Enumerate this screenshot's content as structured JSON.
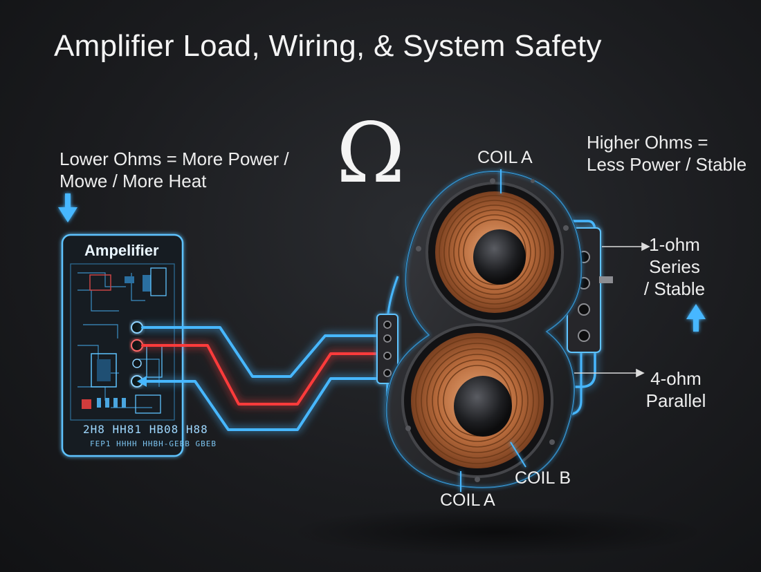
{
  "title": "Amplifier Load, Wiring, & System Safety",
  "symbol": "Ω",
  "notes": {
    "lower": [
      "Lower Ohms = More Power /",
      "Mowe / More Heat"
    ],
    "higher": [
      "Higher Ohms =",
      "Less Power / Stable"
    ]
  },
  "amplifier": {
    "label": "Ampelifier",
    "board_text": "2H8 HH81 HB08 H88",
    "board_text_small": "FEP1 HHHH HHBH-GEBB GBEB"
  },
  "coils": {
    "top": "COIL A",
    "bottom_a": "COIL A",
    "bottom_b": "COIL B"
  },
  "configs": {
    "series": [
      "1-ohm",
      "Series",
      "/ Stable"
    ],
    "parallel": [
      "4-ohm",
      "Parallel"
    ]
  },
  "colors": {
    "background": "#1b1c1f",
    "wire_blue": "#47b7ff",
    "wire_red": "#ff3b3b",
    "copper": "#c77a4a",
    "frame": "#2b2c30"
  },
  "icons": [
    "arrow-down-icon",
    "arrow-up-icon",
    "omega-icon"
  ]
}
